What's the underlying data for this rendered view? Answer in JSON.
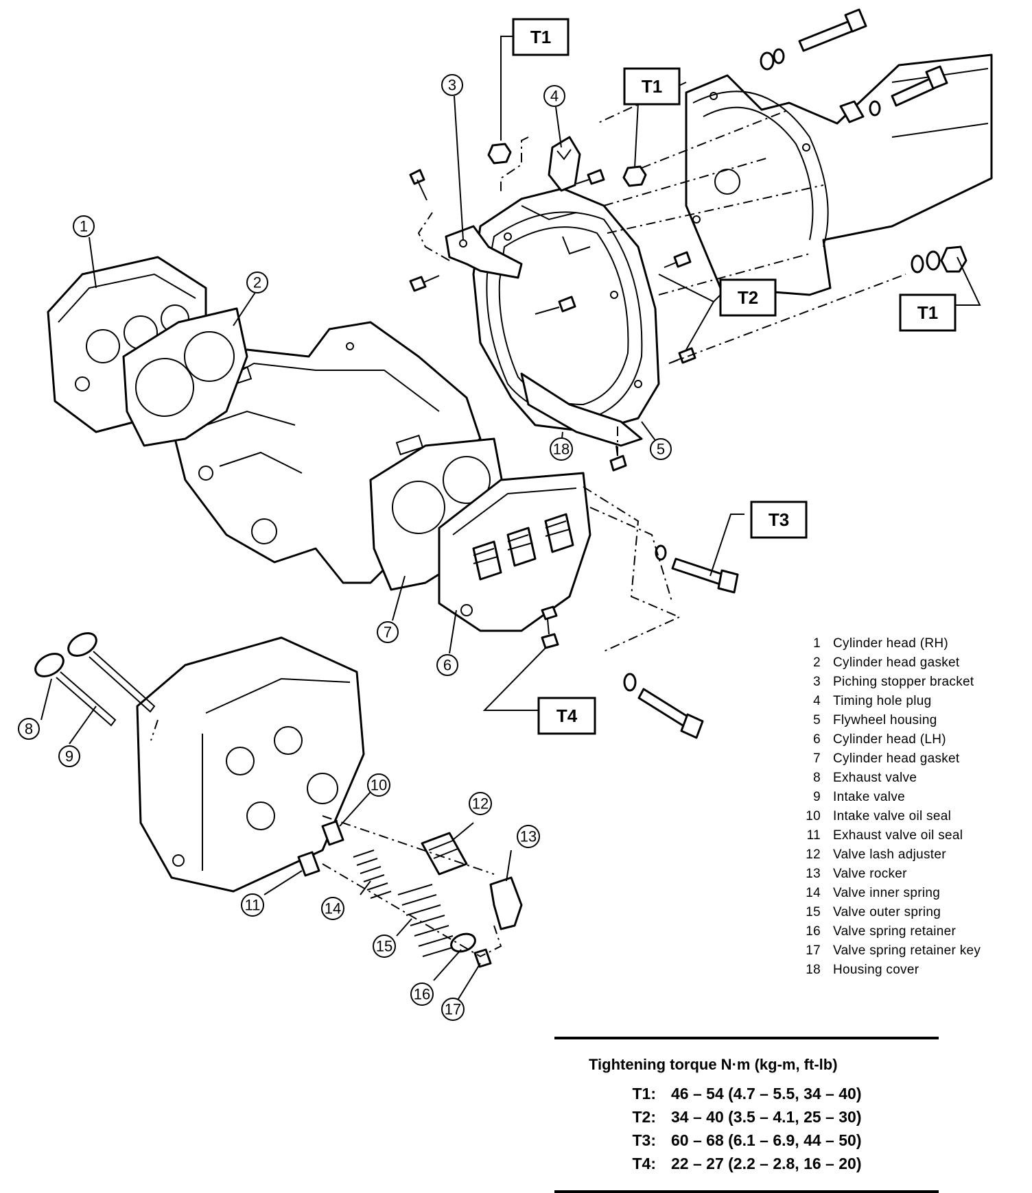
{
  "callouts": [
    {
      "n": "1"
    },
    {
      "n": "2"
    },
    {
      "n": "3"
    },
    {
      "n": "4"
    },
    {
      "n": "5"
    },
    {
      "n": "6"
    },
    {
      "n": "7"
    },
    {
      "n": "8"
    },
    {
      "n": "9"
    },
    {
      "n": "10"
    },
    {
      "n": "11"
    },
    {
      "n": "12"
    },
    {
      "n": "13"
    },
    {
      "n": "14"
    },
    {
      "n": "15"
    },
    {
      "n": "16"
    },
    {
      "n": "17"
    },
    {
      "n": "18"
    }
  ],
  "torque_tags": [
    "T1",
    "T1",
    "T1",
    "T2",
    "T3",
    "T4"
  ],
  "legend": [
    {
      "num": "1",
      "label": "Cylinder head (RH)"
    },
    {
      "num": "2",
      "label": "Cylinder head gasket"
    },
    {
      "num": "3",
      "label": "Piching stopper bracket"
    },
    {
      "num": "4",
      "label": "Timing hole plug"
    },
    {
      "num": "5",
      "label": "Flywheel housing"
    },
    {
      "num": "6",
      "label": "Cylinder head (LH)"
    },
    {
      "num": "7",
      "label": "Cylinder head gasket"
    },
    {
      "num": "8",
      "label": "Exhaust valve"
    },
    {
      "num": "9",
      "label": "Intake valve"
    },
    {
      "num": "10",
      "label": "Intake valve oil seal"
    },
    {
      "num": "11",
      "label": "Exhaust valve oil seal"
    },
    {
      "num": "12",
      "label": "Valve lash adjuster"
    },
    {
      "num": "13",
      "label": "Valve rocker"
    },
    {
      "num": "14",
      "label": "Valve inner spring"
    },
    {
      "num": "15",
      "label": "Valve outer spring"
    },
    {
      "num": "16",
      "label": "Valve spring retainer"
    },
    {
      "num": "17",
      "label": "Valve spring retainer key"
    },
    {
      "num": "18",
      "label": "Housing cover"
    }
  ],
  "torque_table": {
    "heading": "Tightening torque  N·m (kg-m, ft-lb)",
    "rows": [
      {
        "key": "T1:",
        "value": "46 – 54 (4.7 – 5.5, 34 – 40)"
      },
      {
        "key": "T2:",
        "value": "34 – 40 (3.5 – 4.1, 25 – 30)"
      },
      {
        "key": "T3:",
        "value": "60 – 68 (6.1 – 6.9, 44 – 50)"
      },
      {
        "key": "T4:",
        "value": "22 – 27 (2.2 – 2.8, 16 – 20)"
      }
    ]
  }
}
